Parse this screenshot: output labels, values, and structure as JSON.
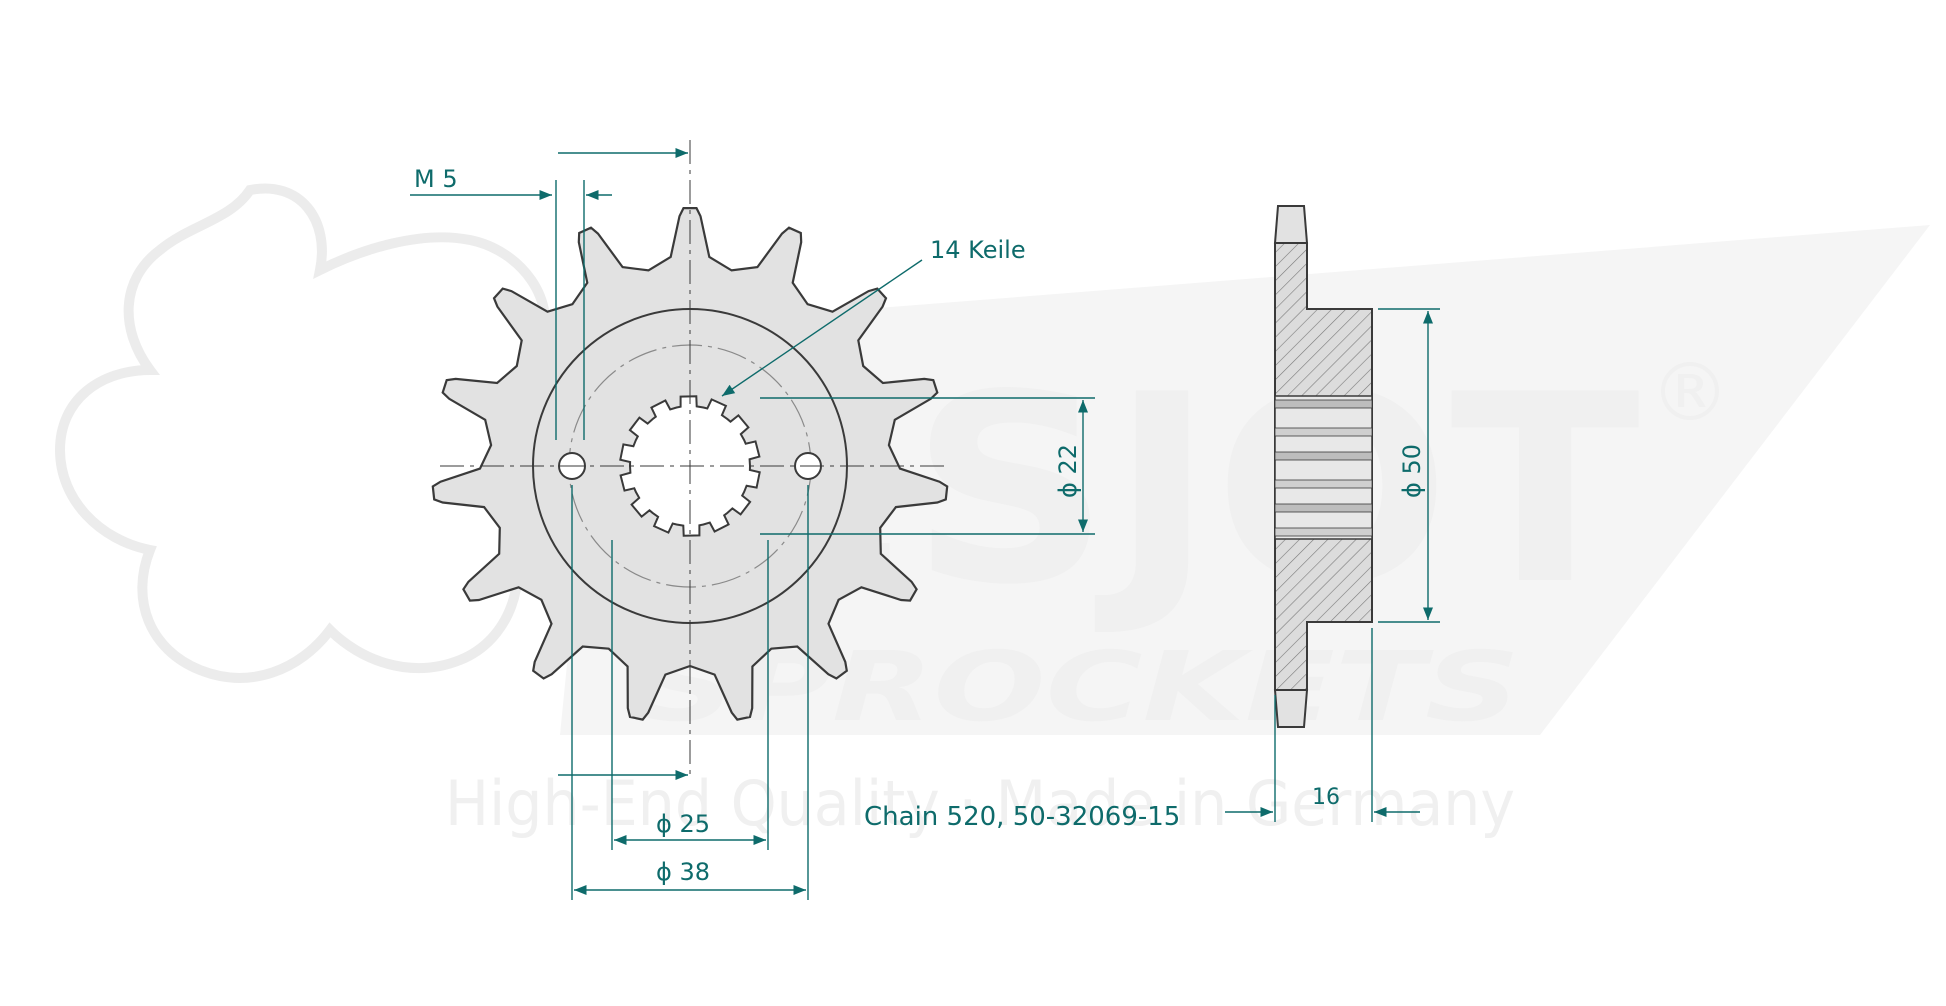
{
  "watermark": {
    "brand": "ESJOT",
    "registered": "®",
    "sub": "SPROCKETS",
    "tagline": "High-End Quality · Made in Germany"
  },
  "labels": {
    "thread": "M 5",
    "splines": "14 Keile",
    "spline_diameter": "ϕ 22",
    "hub_diameter": "ϕ 50",
    "inner_diameter": "ϕ 25",
    "bolt_circle": "ϕ 38",
    "width": "16",
    "part": "Chain 520, 50-32069-15"
  },
  "colors": {
    "dimension": "#0e6b6b",
    "outline": "#3a3a3a",
    "fill": "#e2e2e2",
    "watermark": "#eeeeee"
  }
}
